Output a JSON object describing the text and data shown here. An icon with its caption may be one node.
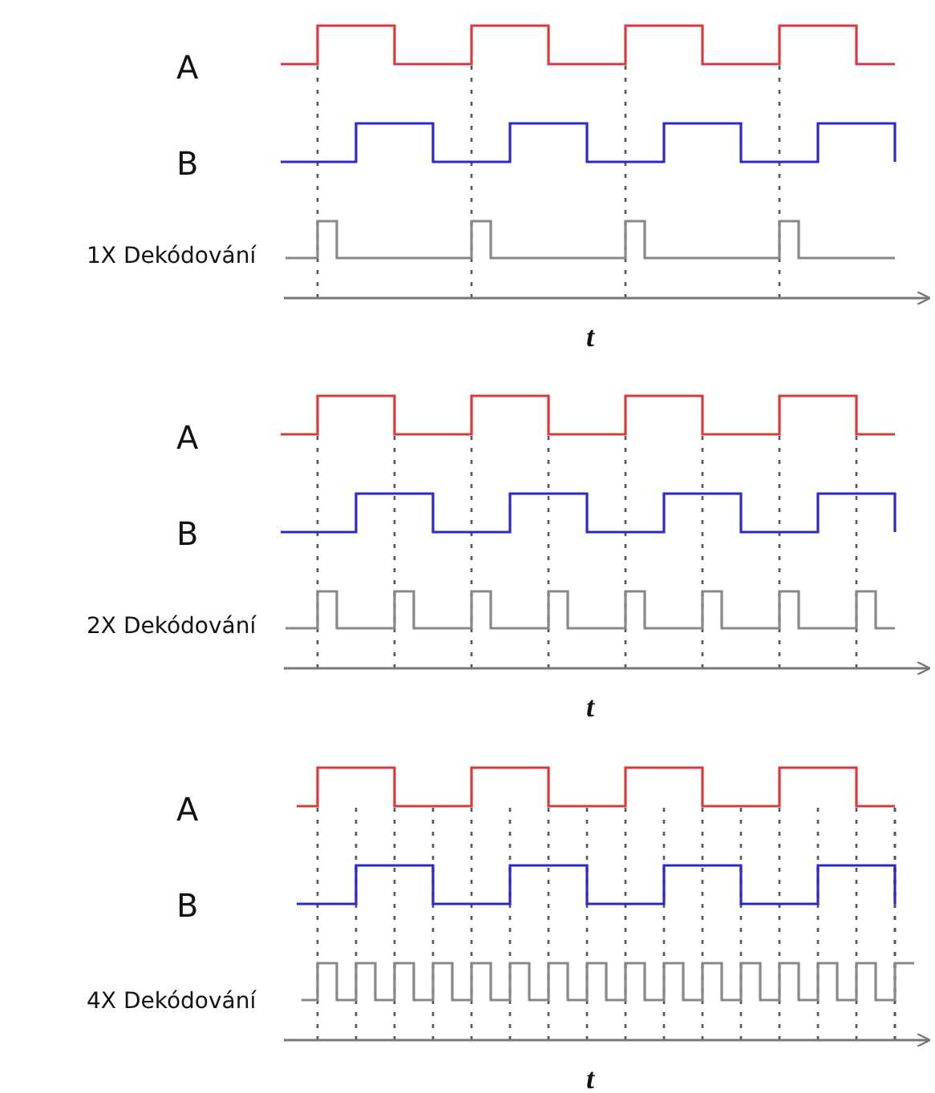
{
  "diagram": {
    "labels": [
      "A",
      "B",
      "1X Dekódování",
      "t",
      "A",
      "B",
      "2X Dekódování",
      "t",
      "A",
      "B",
      "4X Dekódování",
      "t"
    ]
  }
}
